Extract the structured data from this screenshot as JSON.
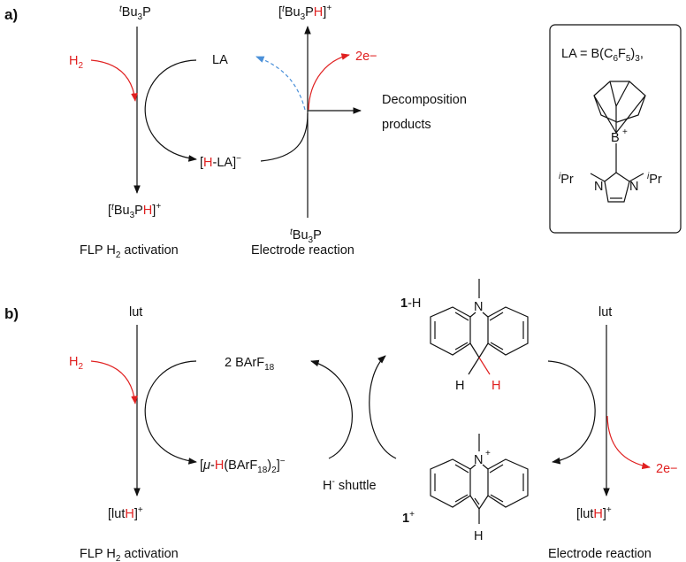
{
  "panel_a": {
    "label": "a)",
    "top_left": "Bu3P",
    "top_right": "[Bu3PH]+",
    "h2": "H2",
    "la": "LA",
    "electrons": "2e−",
    "decomposition_1": "Decomposition",
    "decomposition_2": "products",
    "hydride": "[H-LA]−",
    "bottom_left": "[Bu3PH]+",
    "bottom_right": "Bu3P",
    "caption_left": "FLP H2 activation",
    "caption_right": "Electrode reaction",
    "box_title": "LA = B(C6F5)3,",
    "box_b": "B",
    "box_plus": "+",
    "box_n": "N",
    "box_ipr": "iPr"
  },
  "panel_b": {
    "label": "b)",
    "lut_left": "lut",
    "lut_right": "lut",
    "h2": "H2",
    "borane": "2 BArF18",
    "bridged": "[μ-H(BArF18)2]−",
    "shuttle": "H- shuttle",
    "one_h": "1-H",
    "one_plus": "1+",
    "n": "N",
    "h": "H",
    "electrons": "2e−",
    "luth_left": "[lutH]+",
    "luth_right": "[lutH]+",
    "caption_left": "FLP H2 activation",
    "caption_right": "Electrode reaction"
  },
  "colors": {
    "black": "#111111",
    "red": "#e02020",
    "blue": "#4a90d9"
  }
}
